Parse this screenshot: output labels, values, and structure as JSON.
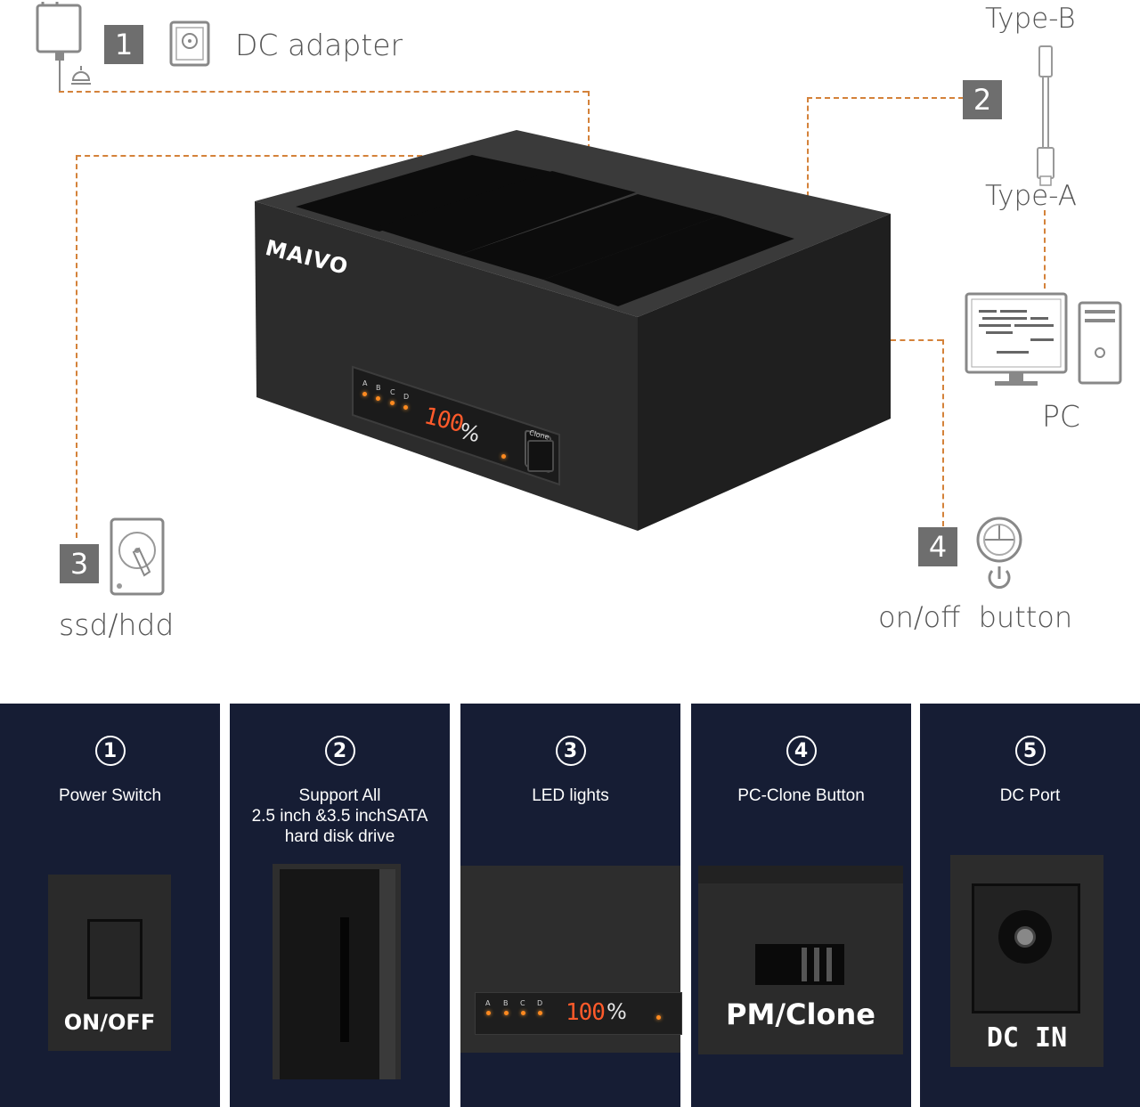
{
  "callouts": {
    "c1": {
      "number": "1",
      "label": "DC adapter"
    },
    "c2": {
      "number": "2",
      "cable_top": "Type-B",
      "cable_bottom": "Type-A"
    },
    "pc": {
      "label": "PC"
    },
    "c3": {
      "number": "3",
      "label": "ssd/hdd"
    },
    "c4": {
      "number": "4",
      "label": "on/off  button"
    }
  },
  "device": {
    "brand": "MAIVO",
    "led_letters": [
      "A",
      "B",
      "C",
      "D"
    ],
    "display_value": "100",
    "display_unit": "%",
    "clone_label": "Clone"
  },
  "features": [
    {
      "number": "1",
      "title": "Power Switch",
      "image_text": "ON/OFF"
    },
    {
      "number": "2",
      "title_lines": [
        "Support All",
        "2.5 inch &3.5 inchSATA",
        "hard disk drive"
      ]
    },
    {
      "number": "3",
      "title": "LED lights",
      "led_letters": [
        "A",
        "B",
        "C",
        "D"
      ],
      "display_value": "100",
      "display_unit": "%"
    },
    {
      "number": "4",
      "title": "PC-Clone Button",
      "image_text": "PM/Clone"
    },
    {
      "number": "5",
      "title": "DC Port",
      "image_text": "DC IN"
    }
  ],
  "colors": {
    "accent_dashes": "#d4823a",
    "panel_bg": "#161d34",
    "led": "#ff8a1f"
  }
}
